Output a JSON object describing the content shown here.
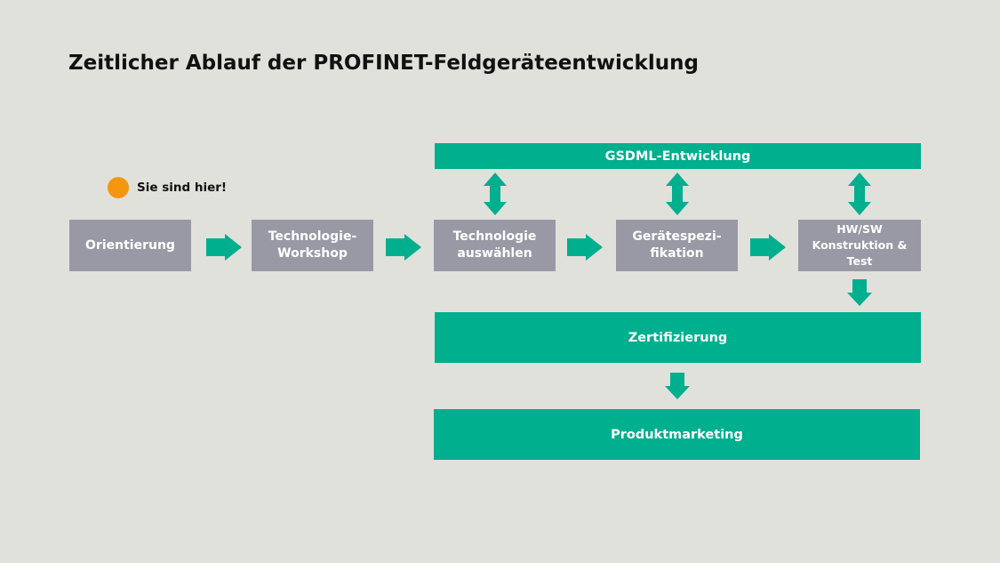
{
  "title": "Zeitlicher Ablauf der PROFINET-Feldgeräteentwicklung",
  "legend": {
    "label": "Sie sind hier!",
    "marker_color": "#f5960f"
  },
  "steps": [
    {
      "label": "Orientierung"
    },
    {
      "label": "Technologie-\nWorkshop"
    },
    {
      "label": "Technologie\nauswählen"
    },
    {
      "label": "Gerätespezi-\nfikation"
    },
    {
      "label": "HW/SW\nKonstruktion & Test"
    }
  ],
  "bars": {
    "gsdml": "GSDML-Entwicklung",
    "certification": "Zertifizierung",
    "marketing": "Produktmarketing"
  },
  "colors": {
    "background": "#e1e1dc",
    "step_box": "#9999a6",
    "accent": "#00af8e",
    "marker": "#f5960f"
  }
}
